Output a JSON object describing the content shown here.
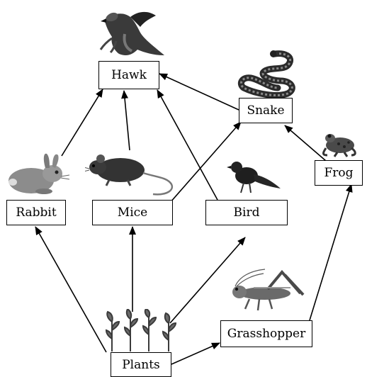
{
  "nodes": {
    "hawk": "Hawk",
    "snake": "Snake",
    "frog": "Frog",
    "rabbit": "Rabbit",
    "mice": "Mice",
    "bird": "Bird",
    "grasshopper": "Grasshopper",
    "plants": "Plants"
  },
  "edges": [
    {
      "from": "plants",
      "to": "rabbit"
    },
    {
      "from": "plants",
      "to": "mice"
    },
    {
      "from": "plants",
      "to": "bird"
    },
    {
      "from": "plants",
      "to": "grasshopper"
    },
    {
      "from": "grasshopper",
      "to": "frog"
    },
    {
      "from": "frog",
      "to": "snake"
    },
    {
      "from": "mice",
      "to": "snake"
    },
    {
      "from": "snake",
      "to": "hawk"
    },
    {
      "from": "rabbit",
      "to": "hawk"
    },
    {
      "from": "mice",
      "to": "hawk"
    },
    {
      "from": "bird",
      "to": "hawk"
    }
  ],
  "icons": [
    "hawk-image",
    "snake-image",
    "frog-image",
    "rabbit-image",
    "mouse-image",
    "bird-image",
    "grasshopper-image",
    "plants-image"
  ]
}
